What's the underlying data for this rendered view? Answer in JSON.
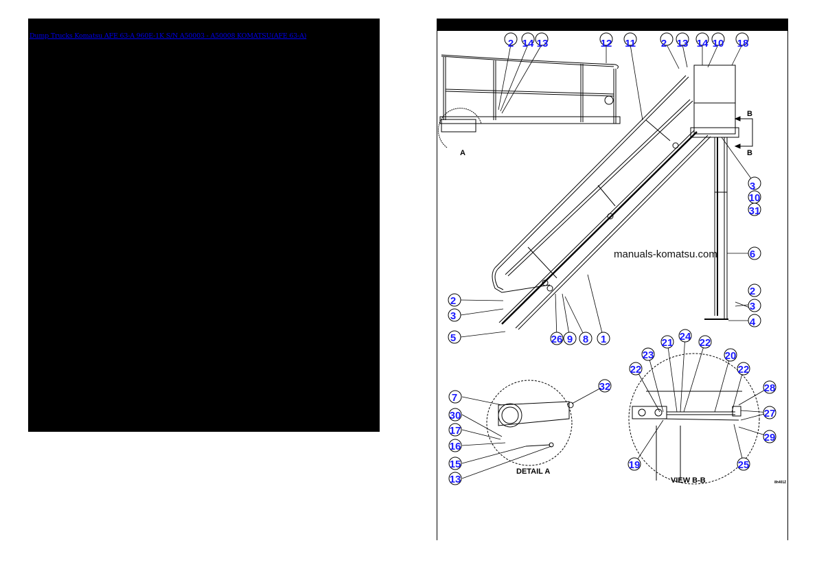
{
  "page": {
    "title_link": {
      "part1": "Dump Trucks Komatsu",
      "part2": "AFE 63-A 960E-1K S/N A50003 - A50008 KOMATSU(AFE 63-A)"
    },
    "colors": {
      "link": "#0000ee",
      "callout": "#1a1aff",
      "panel_bg": "#000000"
    }
  },
  "diagram": {
    "watermark": "manuals-komatsu.com",
    "figure_id": "8h401Z",
    "detail_caption": "DETAIL A",
    "view_caption": "VIEW B-B",
    "detail_marker": "A",
    "section_marker_top": "B",
    "section_marker_bottom": "B",
    "callouts": {
      "c01": "2",
      "c02": "14",
      "c03": "13",
      "c04": "12",
      "c05": "11",
      "c06": "2",
      "c07": "13",
      "c08": "14",
      "c09": "10",
      "c10": "18",
      "c11": "3",
      "c12": "10",
      "c13": "31",
      "c14": "6",
      "c15": "2",
      "c16": "3",
      "c17": "4",
      "c18": "2",
      "c19": "3",
      "c20": "5",
      "c21": "26",
      "c22": "9",
      "c23": "8",
      "c24": "1",
      "c25": "7",
      "c26": "30",
      "c27": "17",
      "c28": "16",
      "c29": "15",
      "c30": "13",
      "c31": "32",
      "c32": "23",
      "c33": "22",
      "c34": "21",
      "c35": "24",
      "c36": "22",
      "c37": "20",
      "c38": "22",
      "c39": "28",
      "c40": "27",
      "c41": "29",
      "c42": "19",
      "c43": "25"
    }
  }
}
